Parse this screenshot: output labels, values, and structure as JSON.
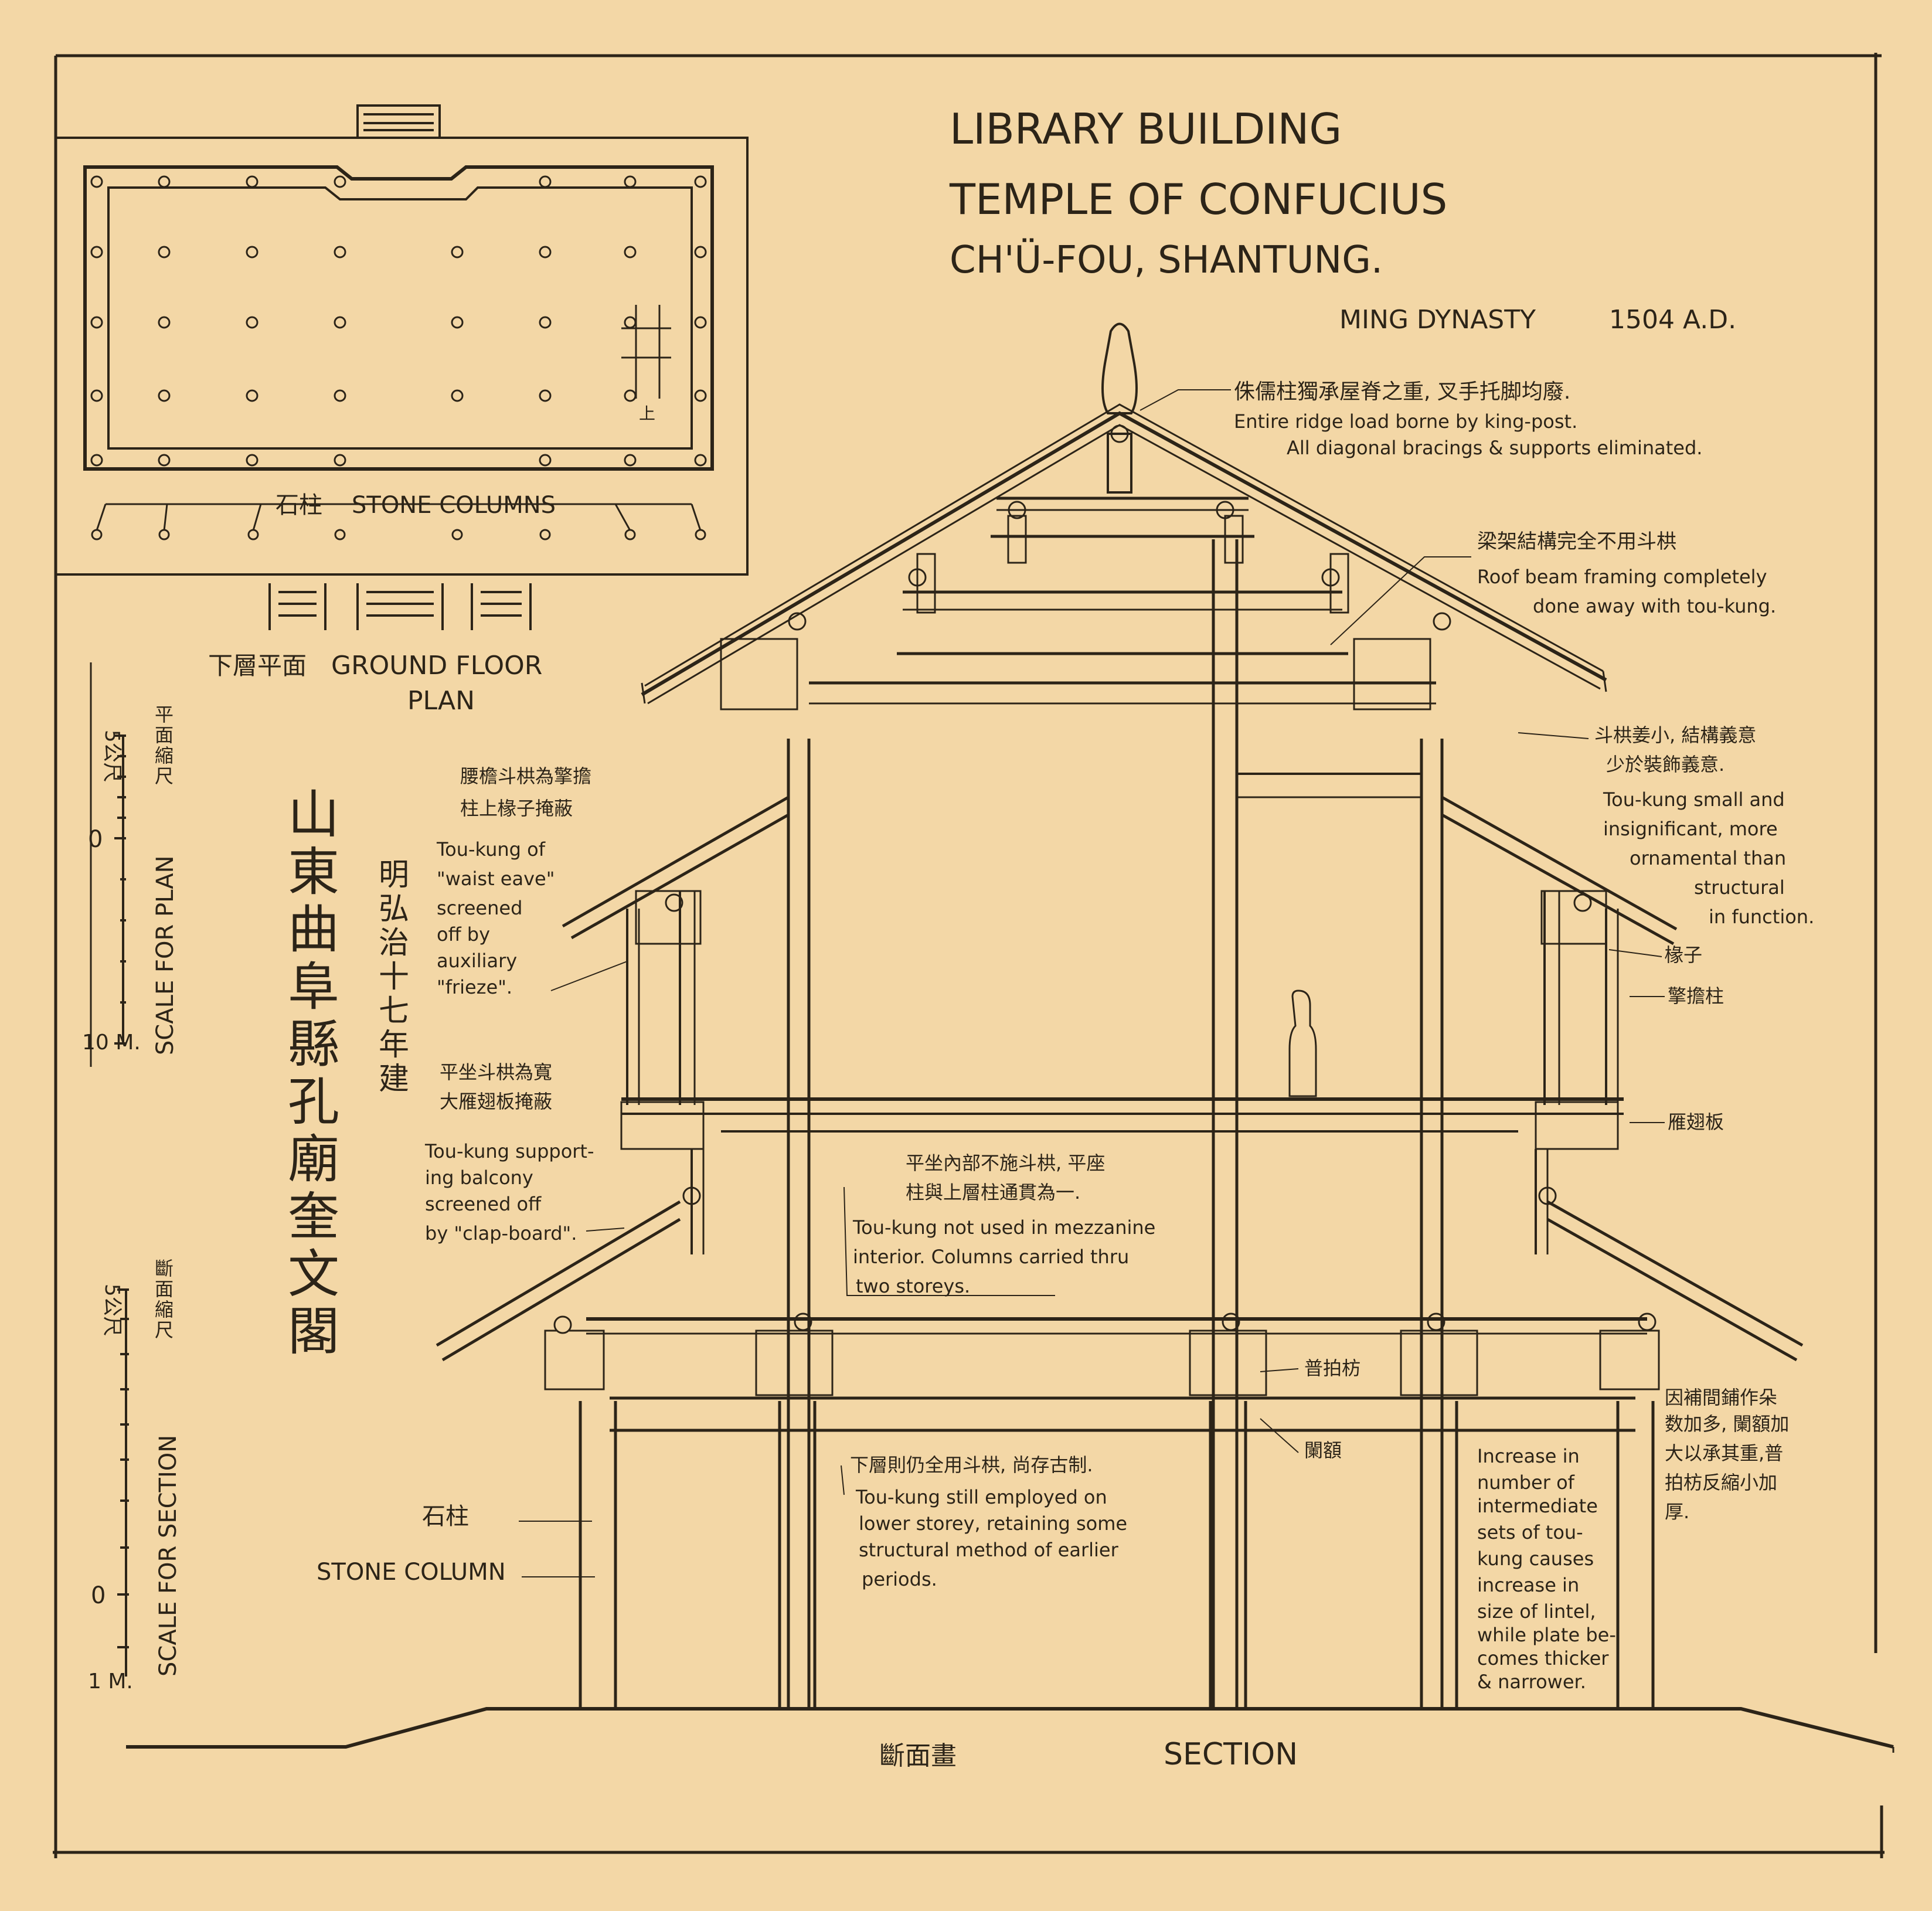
{
  "title": {
    "line1": "LIBRARY BUILDING",
    "line2": "TEMPLE OF CONFUCIUS",
    "line3": "CH'Ü-FOU, SHANTUNG.",
    "dynasty": "MING DYNASTY",
    "year": "1504 A.D."
  },
  "vertical_title_cn": [
    "山",
    "東",
    "曲",
    "阜",
    "縣",
    "孔",
    "廟",
    "奎",
    "文",
    "閣"
  ],
  "vertical_date_cn": [
    "明",
    "弘",
    "治",
    "十",
    "七",
    "年",
    "建"
  ],
  "plan": {
    "column_label_cn": "石柱",
    "column_label": "STONE COLUMNS",
    "caption_cn": "下層平面",
    "caption_line1": "GROUND FLOOR",
    "caption_line2": "PLAN",
    "north_cn": "上"
  },
  "scales": {
    "plan": {
      "cn": [
        "平",
        "面",
        "縮",
        "尺"
      ],
      "label": "SCALE FOR PLAN",
      "ticks": [
        "5公尺",
        "0",
        "10 M."
      ]
    },
    "section": {
      "cn": [
        "斷",
        "面",
        "縮",
        "尺"
      ],
      "label": "SCALE FOR SECTION",
      "ticks": [
        "5公尺",
        "0",
        "1 M."
      ]
    }
  },
  "section": {
    "caption_cn": "斷面畫",
    "caption": "SECTION",
    "stone_column_cn": "石柱",
    "stone_column": "STONE COLUMN"
  },
  "annotations": {
    "ridge_cn": "侏儒柱獨承屋脊之重, 叉手托脚均廢.",
    "ridge_en_1": "Entire ridge load borne by king-post.",
    "ridge_en_2": "All diagonal bracings & supports eliminated.",
    "roofbeam_cn": "梁架結構完全不用斗栱",
    "roofbeam_en_1": "Roof beam framing completely",
    "roofbeam_en_2": "done away with tou-kung.",
    "toukung_small_cn_1": "斗栱姜小, 結構義意",
    "toukung_small_cn_2": "少於裝飾義意.",
    "toukung_small_en_1": "Tou-kung small and",
    "toukung_small_en_2": "insignificant, more",
    "toukung_small_en_3": "ornamental than",
    "toukung_small_en_4": "structural",
    "toukung_small_en_5": "in function.",
    "rafter_cn": "椽子",
    "eave_post_cn": "擎擔柱",
    "clapboard_cn": "雁翅板",
    "waist_cn_1": "腰檐斗栱為擎擔",
    "waist_cn_2": "柱上椽子掩蔽",
    "waist_en_1": "Tou-kung of",
    "waist_en_2": "\"waist eave\"",
    "waist_en_3": "screened",
    "waist_en_4": "off by",
    "waist_en_5": "auxiliary",
    "waist_en_6": "\"frieze\".",
    "balcony_cn_1": "平坐斗栱為寬",
    "balcony_cn_2": "大雁翅板掩蔽",
    "balcony_en_1": "Tou-kung support-",
    "balcony_en_2": "ing balcony",
    "balcony_en_3": "screened off",
    "balcony_en_4": "by \"clap-board\".",
    "mezz_cn_1": "平坐內部不施斗栱, 平座",
    "mezz_cn_2": "柱與上層柱通貫為一.",
    "mezz_en_1": "Tou-kung not used in mezzanine",
    "mezz_en_2": "interior.  Columns carried thru",
    "mezz_en_3": "two storeys.",
    "lower_cn": "下層則仍全用斗栱, 尚存古制.",
    "lower_en_1": "Tou-kung still employed on",
    "lower_en_2": "lower storey, retaining some",
    "lower_en_3": "structural method of earlier",
    "lower_en_4": "periods.",
    "plate_cn": "普拍枋",
    "lintel_cn": "闌額",
    "increase_cn_1": "因補間鋪作朵",
    "increase_cn_2": "数加多, 闌額加",
    "increase_cn_3": "大以承其重,普",
    "increase_cn_4": "拍枋反縮小加",
    "increase_cn_5": "厚.",
    "increase_en_1": "Increase in",
    "increase_en_2": "number of",
    "increase_en_3": "intermediate",
    "increase_en_4": "sets of tou-",
    "increase_en_5": "kung causes",
    "increase_en_6": "increase in",
    "increase_en_7": "size of lintel,",
    "increase_en_8": "while plate be-",
    "increase_en_9": "comes thicker",
    "increase_en_10": "& narrower."
  }
}
